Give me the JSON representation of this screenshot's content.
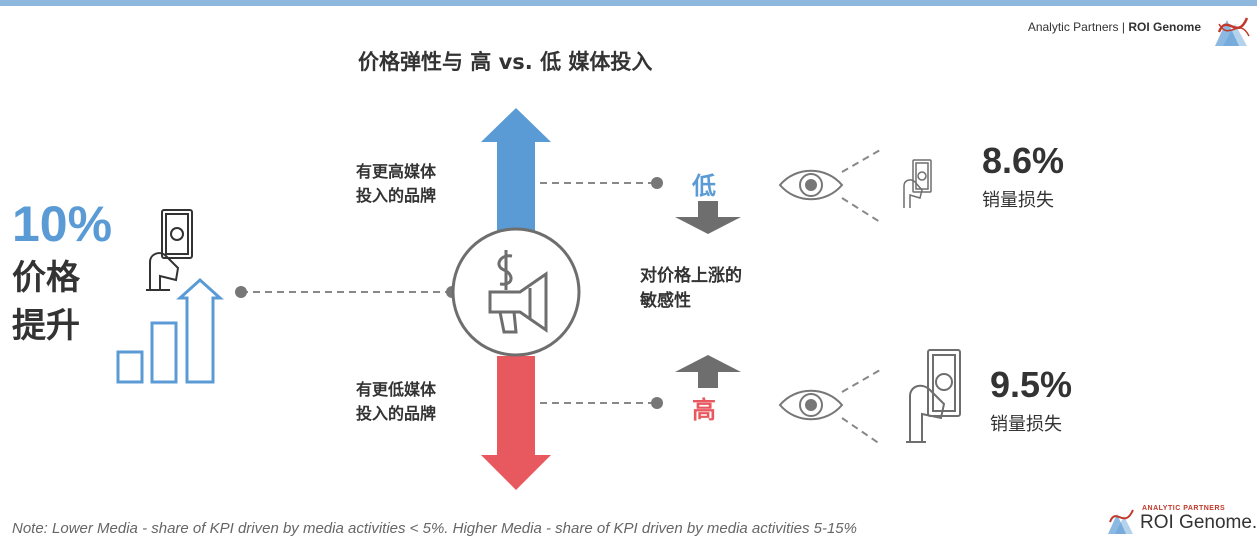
{
  "header": {
    "brand_normal": "Analytic Partners | ",
    "brand_bold": "ROI Genome"
  },
  "title": "价格弹性与 高 vs. 低 媒体投入",
  "left": {
    "percent": "10%",
    "label_line1": "价格",
    "label_line2": "提升"
  },
  "high_media_brand": {
    "line1": "有更高媒体",
    "line2": "投入的品牌"
  },
  "low_media_brand": {
    "line1": "有更低媒体",
    "line2": "投入的品牌"
  },
  "sensitivity": {
    "line1": "对价格上涨的",
    "line2": "敏感性",
    "low_label": "低",
    "high_label": "高"
  },
  "outcomes": {
    "high_media": {
      "percent": "8.6%",
      "label": "销量损失"
    },
    "low_media": {
      "percent": "9.5%",
      "label": "销量损失"
    }
  },
  "note": "Note: Lower Media - share of KPI driven by media activities < 5%. Higher Media  - share of KPI driven by media activities  5-15%",
  "footer_brand": {
    "small": "ANALYTIC PARTNERS",
    "big": "ROI Genome."
  },
  "colors": {
    "blue": "#5b9bd5",
    "red": "#e8585f",
    "gray": "#6e6e6e",
    "dashed": "#888888"
  },
  "icons": [
    "dna-logo-icon",
    "hand-money-icon",
    "bar-chart-icon",
    "dollar-megaphone-icon",
    "eye-icon",
    "down-arrow-icon",
    "up-arrow-icon"
  ]
}
